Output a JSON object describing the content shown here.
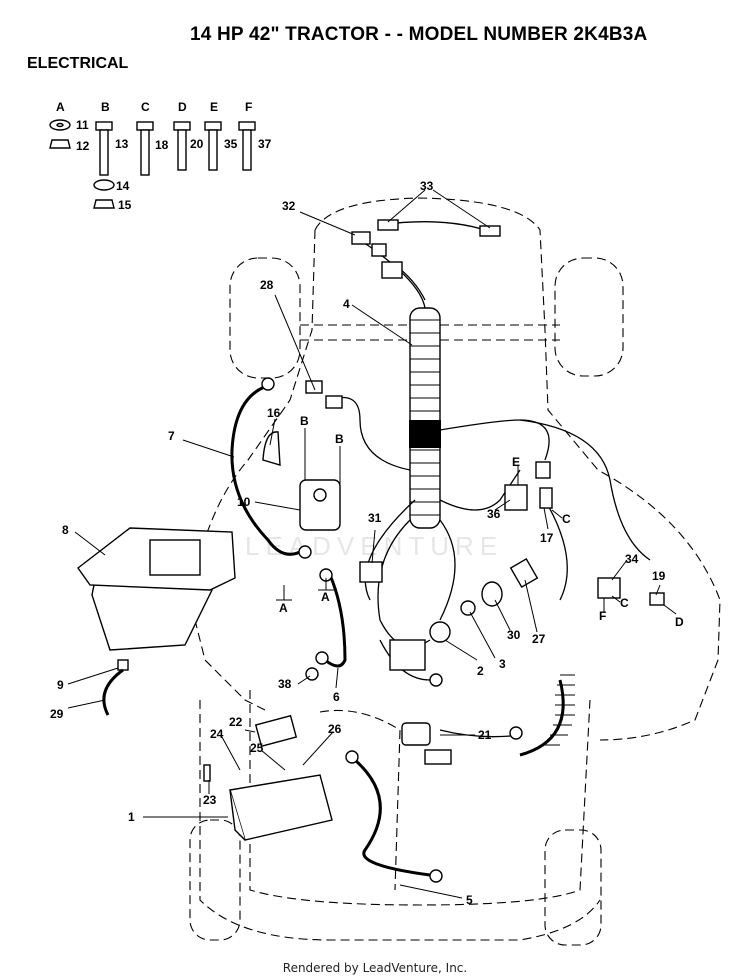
{
  "title": "14 HP 42\" TRACTOR - - MODEL NUMBER 2K4B3A",
  "section": "ELECTRICAL",
  "watermark": "LEADVENTURE",
  "footer": "Rendered by LeadVenture, Inc.",
  "hardware_columns": [
    "A",
    "B",
    "C",
    "D",
    "E",
    "F"
  ],
  "hardware_refs": [
    "11",
    "12",
    "13",
    "14",
    "15",
    "18",
    "20",
    "35",
    "37"
  ],
  "callouts": [
    "1",
    "2",
    "3",
    "4",
    "5",
    "6",
    "7",
    "8",
    "9",
    "10",
    "16",
    "17",
    "19",
    "21",
    "22",
    "23",
    "24",
    "25",
    "26",
    "27",
    "28",
    "29",
    "30",
    "31",
    "32",
    "33",
    "34",
    "36",
    "38"
  ],
  "connection_markers": [
    "A",
    "A",
    "B",
    "B",
    "C",
    "C",
    "D",
    "E",
    "F"
  ]
}
